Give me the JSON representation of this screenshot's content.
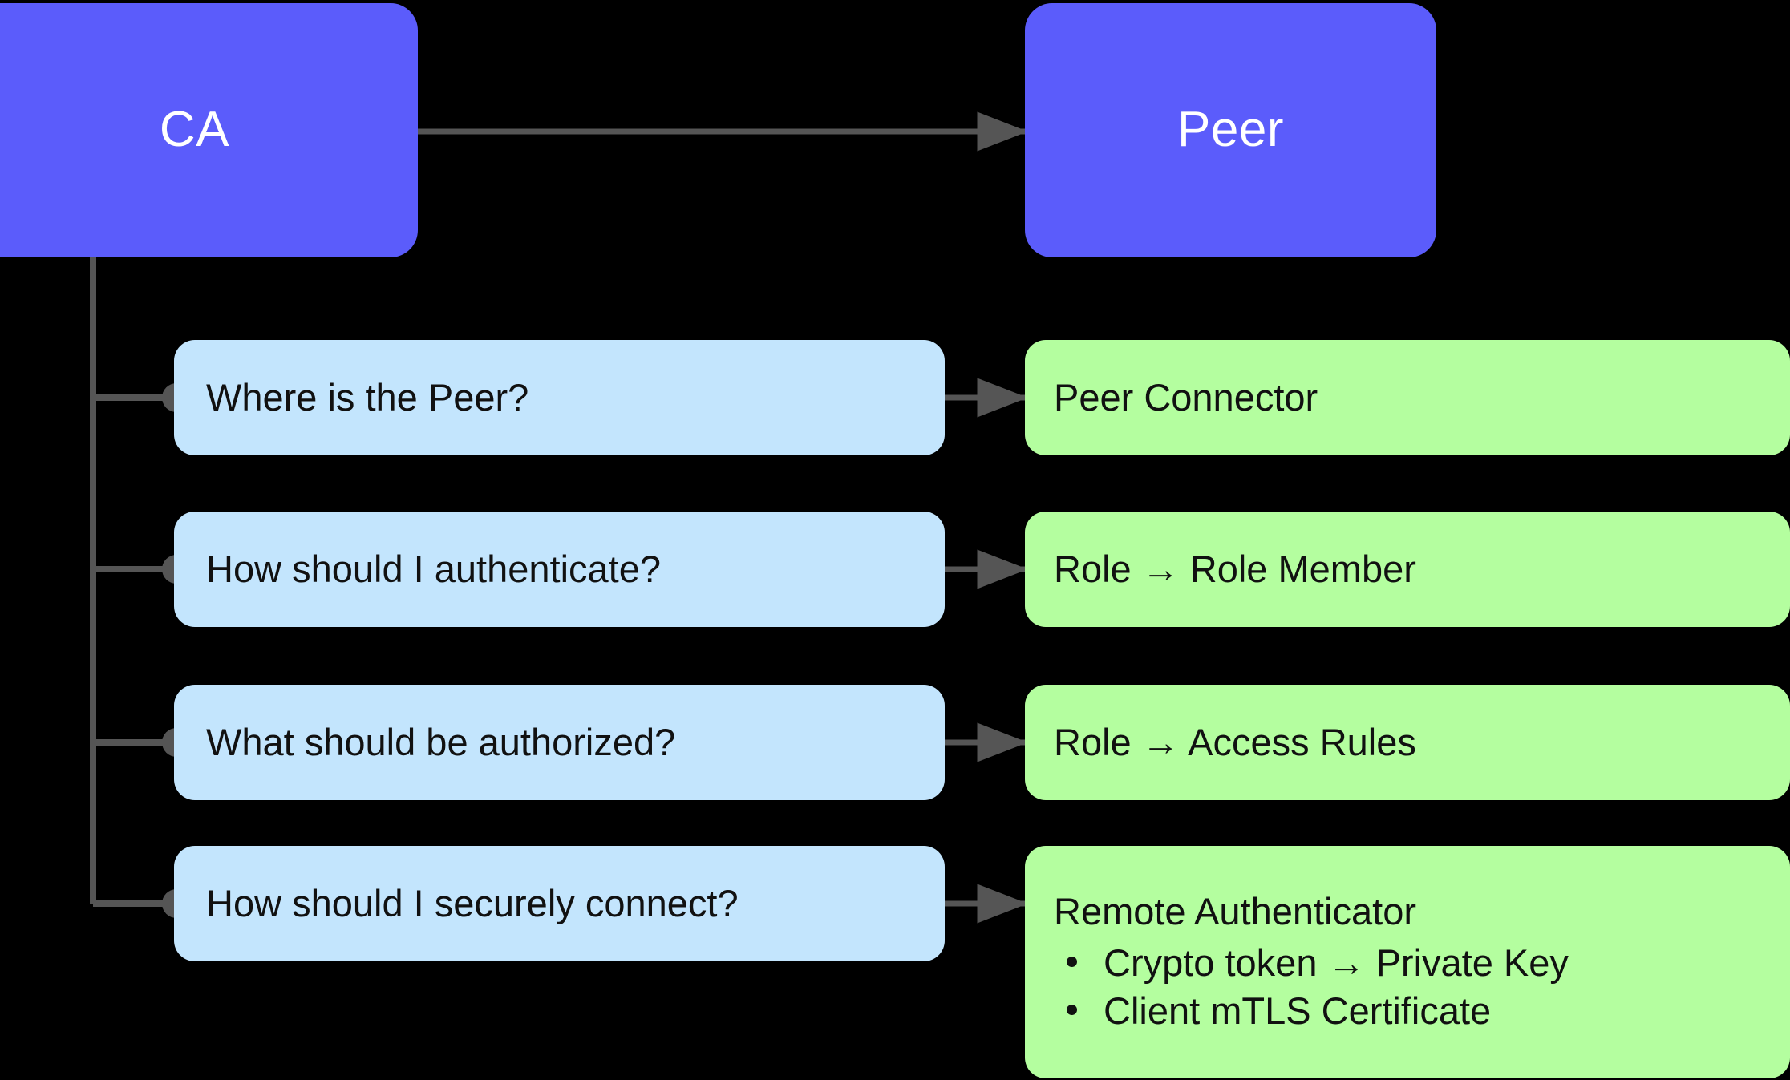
{
  "diagram": {
    "title": "CA to Peer mapping diagram",
    "background_color": "#000000",
    "colors": {
      "actor": "#5b5cfb",
      "question": "#c3e5fd",
      "answer": "#b4fe9f",
      "edge": "#555555",
      "actor_text": "#ffffff",
      "body_text": "#111111"
    }
  },
  "actors": {
    "ca": {
      "label": "CA"
    },
    "peer": {
      "label": "Peer"
    }
  },
  "rows": [
    {
      "question": "Where is the Peer?",
      "answer": {
        "title": "Peer Connector",
        "items": []
      }
    },
    {
      "question": "How should I authenticate?",
      "answer": {
        "title": "Role → Role Member",
        "items": []
      }
    },
    {
      "question": "What should be authorized?",
      "answer": {
        "title": "Role → Access Rules",
        "items": []
      }
    },
    {
      "question": "How should I securely connect?",
      "answer": {
        "title": "Remote Authenticator",
        "items": [
          "Crypto token → Private Key",
          "Client mTLS Certificate"
        ]
      }
    }
  ]
}
